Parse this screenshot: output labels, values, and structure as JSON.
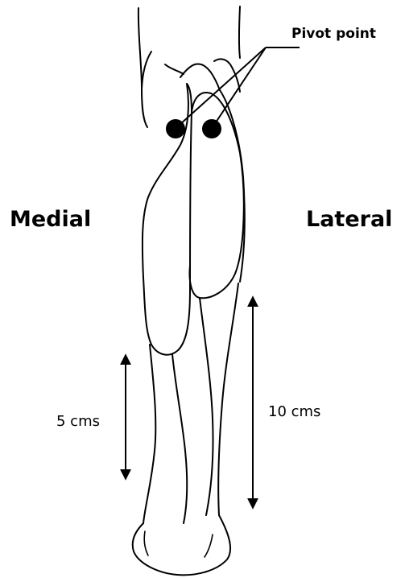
{
  "labels": {
    "pivot": "Pivot point",
    "medial": "Medial",
    "lateral": "Lateral",
    "short_distance": "5 cms",
    "long_distance": "10 cms"
  },
  "colors": {
    "ink": "#000000",
    "background": "#ffffff"
  }
}
